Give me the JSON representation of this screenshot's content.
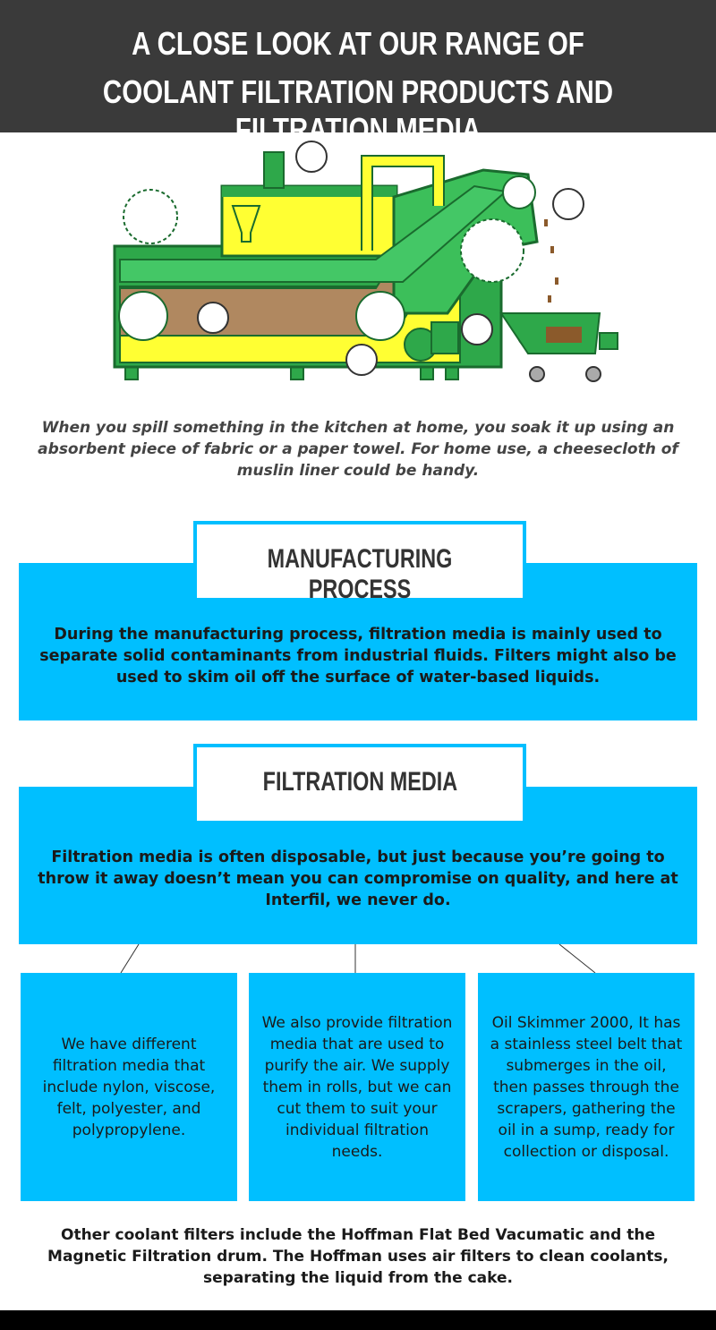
{
  "header": {
    "line1": "A CLOSE LOOK AT OUR RANGE OF",
    "line2": "COOLANT FILTRATION PRODUCTS AND FILTRATION MEDIA"
  },
  "illustration": {
    "icon": "coolant-filtration-machine-illustration"
  },
  "intro": "When you spill something in the kitchen at home, you soak it up using an absorbent piece of fabric or a paper towel. For home use, a cheesecloth of muslin liner could be handy.",
  "sections": [
    {
      "title": "MANUFACTURING PROCESS",
      "text": "During the manufacturing process, filtration media is mainly used to separate solid contaminants from industrial fluids. Filters might also be used to skim oil off the surface of water-based liquids."
    },
    {
      "title": "FILTRATION MEDIA",
      "text": "Filtration media is often disposable, but just because you’re going to throw it away doesn’t mean you can compromise on quality, and here at Interfil, we never do."
    }
  ],
  "columns": [
    "We have different filtration media that include nylon, viscose, felt, polyester, and polypropylene.",
    "We also provide filtration media that are used to purify the air.  We supply them in rolls, but we can cut them to suit your individual filtration needs.",
    "Oil Skimmer 2000, It has a stainless steel belt that submerges in the oil, then passes through the scrapers, gathering the oil in a sump, ready for collection or disposal."
  ],
  "footer": "Other coolant filters include the Hoffman Flat Bed Vacumatic and the Magnetic Filtration drum. The Hoffman uses air filters to clean coolants, separating the liquid from the cake.",
  "colors": {
    "header_bg": "#3a3a3a",
    "accent": "#00bfff",
    "machine_green": "#2ea84a",
    "machine_yellow": "#ffff33",
    "sludge_brown": "#b08860"
  }
}
